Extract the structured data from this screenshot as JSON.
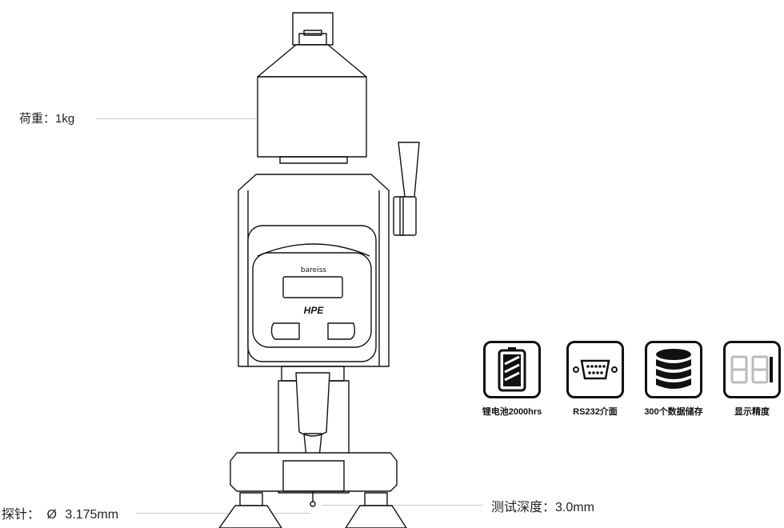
{
  "annotations": {
    "load": "荷重：1kg",
    "probe_prefix": "探针：",
    "probe_symbol": "Ø",
    "probe_value": "3.175mm",
    "depth": "测试深度：3.0mm"
  },
  "device": {
    "brand": "bareiss",
    "model": "HPE"
  },
  "features": [
    {
      "icon": "battery-icon",
      "label": "锂电池2000hrs"
    },
    {
      "icon": "serial-port-icon",
      "label": "RS232介面"
    },
    {
      "icon": "database-icon",
      "label": "300个数据储存"
    },
    {
      "icon": "digit-display-icon",
      "label": "显示精度"
    }
  ],
  "colors": {
    "outline": "#111111",
    "leader_line": "#c8c8c8"
  }
}
